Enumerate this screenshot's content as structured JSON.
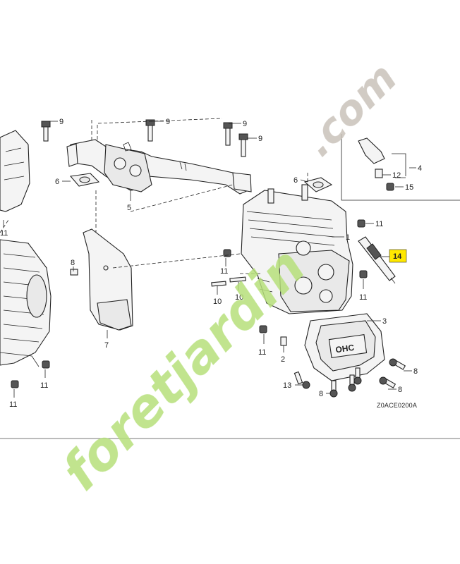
{
  "diagram": {
    "callouts": {
      "c1": "1",
      "c2": "2",
      "c3": "3",
      "c4": "4",
      "c5": "5",
      "c6a": "6",
      "c6b": "6",
      "c7": "7",
      "c8a": "8",
      "c8b": "8",
      "c8c": "8",
      "c8d": "8",
      "c9a": "9",
      "c9b": "9",
      "c9c": "9",
      "c9d": "9",
      "c10a": "10",
      "c10b": "10",
      "c11a": "11",
      "c11b": "11",
      "c11c": "11",
      "c11d": "11",
      "c11e": "11",
      "c11f": "11",
      "c11g": "11",
      "c12": "12",
      "c13": "13",
      "c14": "14",
      "c15": "15"
    },
    "highlighted_part": "14",
    "highlight_color": "#ffe800",
    "diagram_code": "Z0ACE0200A",
    "cover_text": "OHC",
    "watermark": {
      "text_main": "foretjardin",
      "text_domain": ".com",
      "color_main": "#b6e07a",
      "color_accent": "#f4b68a",
      "color_domain": "#c9c2ba"
    }
  }
}
